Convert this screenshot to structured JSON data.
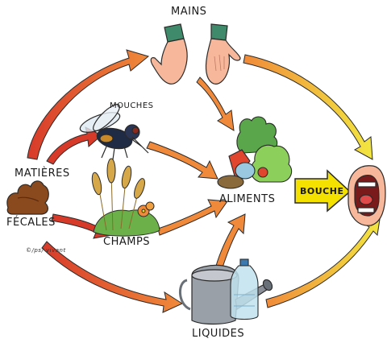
{
  "labels": {
    "mains": "MAINS",
    "mouches": "MOUCHES",
    "matieres": "MATIÈRES",
    "fecales": "FÉCALES",
    "champs": "CHAMPS",
    "aliments": "ALIMENTS",
    "bouche": "BOUCHE",
    "liquides": "LIQUIDES",
    "credit": "©/ps/ vivant"
  },
  "colors": {
    "arrow_red": "#d83a2a",
    "arrow_orange": "#f08a3a",
    "arrow_yellow": "#f2e640",
    "bouche_fill": "#f5e100",
    "outline": "#2a2a2a",
    "feces": "#8a4a1e",
    "skin": "#f6b79a",
    "sleeve": "#3f8a6a",
    "greens": "#5aa64a",
    "grain": "#d6a84a",
    "can": "#8a8f98",
    "bottle": "#bfe2ef",
    "mouth": "#e04a4a"
  },
  "icons": [
    "hands-icon",
    "fly-icon",
    "feces-icon",
    "wheat-field-icon",
    "vegetables-icon",
    "mouth-icon",
    "watering-can-icon",
    "water-bottle-icon"
  ]
}
